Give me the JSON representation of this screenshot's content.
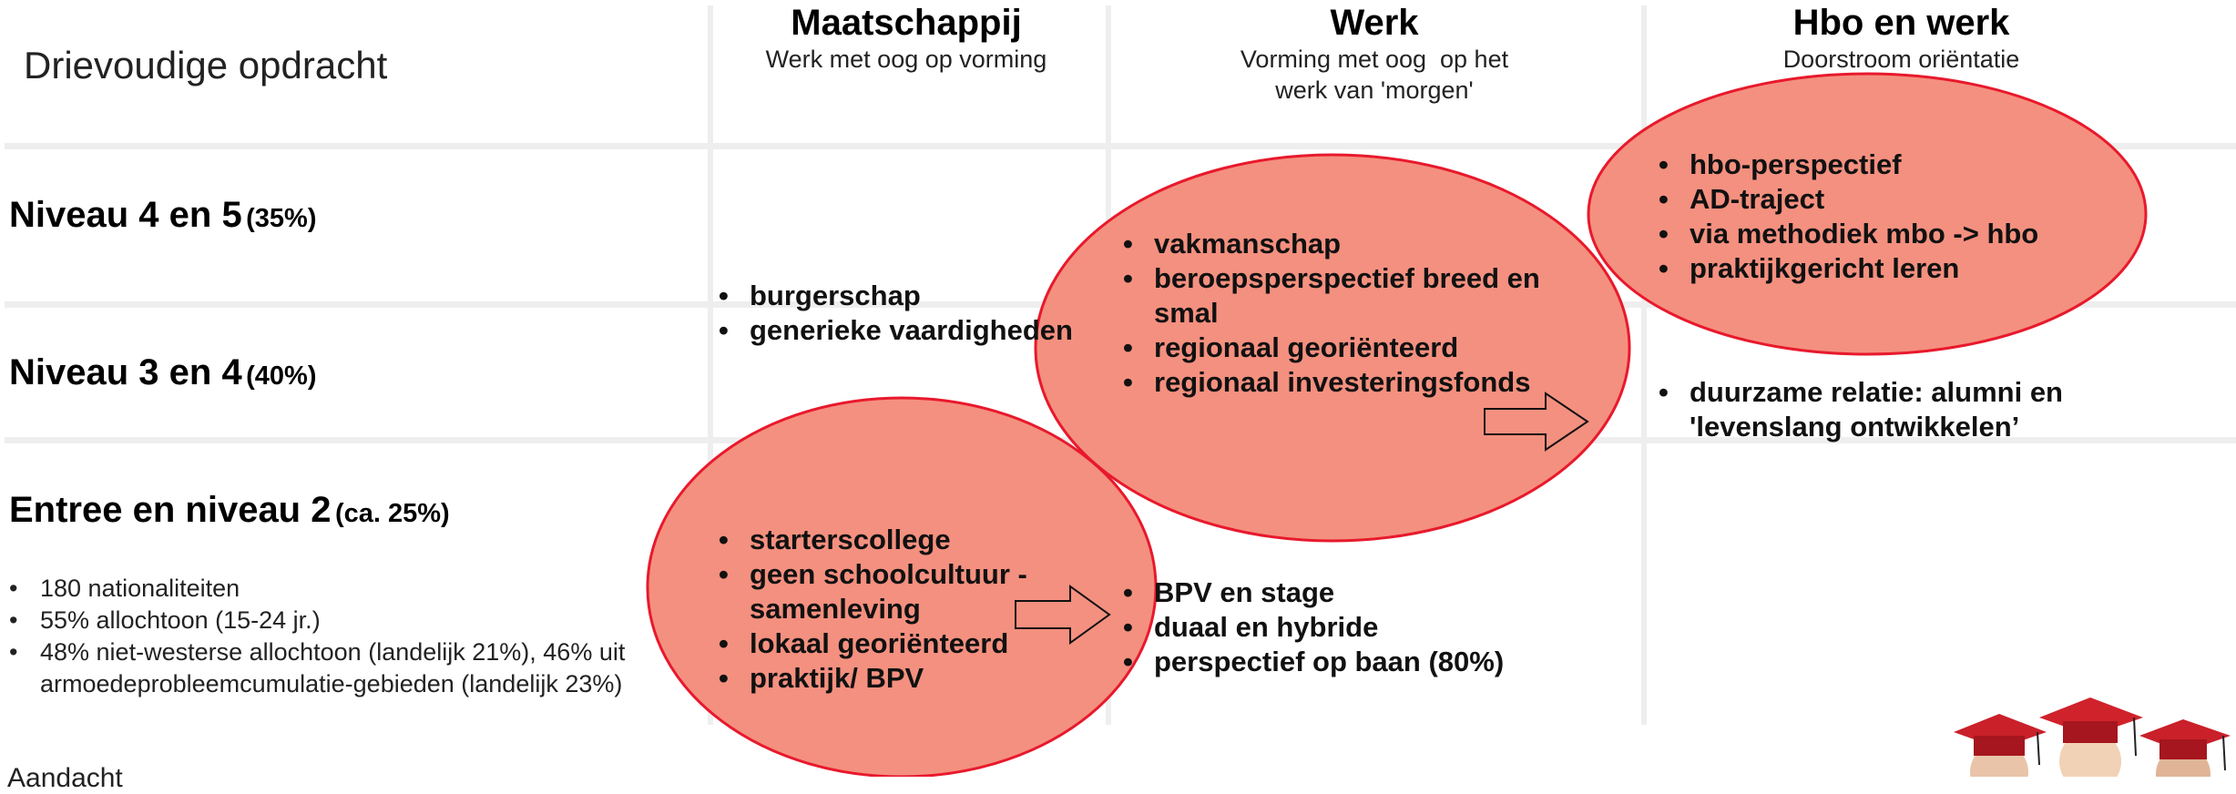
{
  "title": "Drievoudige opdracht",
  "columns": [
    {
      "title": "Maatschappij",
      "subtitle": "Werk met oog op vorming"
    },
    {
      "title": "Werk",
      "subtitle_line1": "Vorming met oog  op het",
      "subtitle_line2": "werk van 'morgen'"
    },
    {
      "title": "Hbo en werk",
      "subtitle": "Doorstroom oriëntatie"
    }
  ],
  "rows": [
    {
      "label": "Niveau 4 en 5",
      "pct": "(35%)"
    },
    {
      "label": "Niveau 3 en 4",
      "pct": "(40%)"
    },
    {
      "label": "Entree en niveau 2",
      "pct": "(ca. 25%)"
    }
  ],
  "stats": [
    "180 nationaliteiten",
    "55% allochtoon (15-24 jr.)",
    "48% niet-westerse allochtoon (landelijk 21%), 46% uit",
    "armoedeprobleemcumulatie-gebieden (landelijk 23%)"
  ],
  "maatschappij_items": [
    "burgerschap",
    "generieke vaardigheden"
  ],
  "entree_items": [
    "starterscollege",
    "geen schoolcultuur -",
    "samenleving",
    "lokaal georiënteerd",
    "praktijk/ BPV"
  ],
  "werk_items": [
    "vakmanschap",
    "beroepsperspectief breed en",
    "smal",
    "regionaal georiënteerd",
    "regionaal investeringsfonds"
  ],
  "werk_lower_items": [
    "BPV en stage",
    "duaal en hybride",
    "perspectief op baan (80%)"
  ],
  "hbo_items": [
    "hbo-perspectief",
    "AD-traject",
    "via methodiek mbo -> hbo",
    "praktijkgericht leren"
  ],
  "alumni_items": [
    "duurzame relatie: alumni en",
    "'levenslang ontwikkelen’"
  ],
  "footer_text": "Aandacht",
  "colors": {
    "ellipse_fill": "#f4907f",
    "ellipse_stroke": "#e8192c",
    "grid": "#eeeeee",
    "cap_red": "#d0222b"
  },
  "icons": [
    "graduation-figures-icon"
  ]
}
